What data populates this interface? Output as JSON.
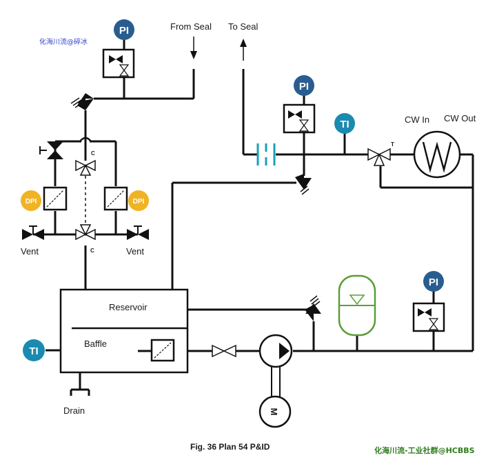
{
  "watermark_top": "化海川流@碎冰",
  "watermark_bottom": "化海川流-工业社群@HCBBS",
  "caption": "Fig. 36  Plan 54 P&ID",
  "labels": {
    "from_seal": "From Seal",
    "to_seal": "To Seal",
    "cw_in": "CW In",
    "cw_out": "CW Out",
    "reservoir": "Reservoir",
    "baffle": "Baffle",
    "drain": "Drain",
    "vent_left": "Vent",
    "vent_right": "Vent",
    "valve_c_top": "C",
    "valve_c_bottom": "C",
    "valve_t": "T",
    "motor": "M"
  },
  "instruments": {
    "pi_top": "PI",
    "pi_right": "PI",
    "pi_bottom": "PI",
    "ti_right": "TI",
    "ti_left": "TI",
    "dpi_left": "DPI",
    "dpi_right": "DPI"
  },
  "colors": {
    "pi_badge": "#2a5d8f",
    "ti_badge": "#1b8ab0",
    "dpi_badge": "#f0b323",
    "orifice": "#1b9fb5",
    "accumulator": "#5a9e3a",
    "pipe": "#111111"
  }
}
